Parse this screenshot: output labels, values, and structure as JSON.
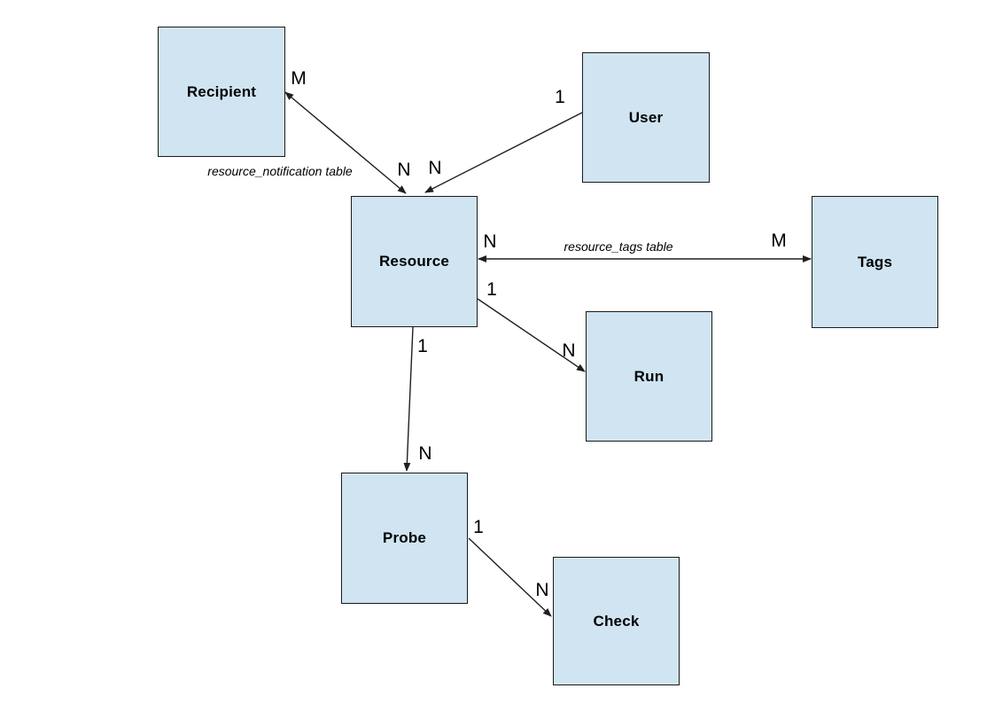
{
  "diagram": {
    "type": "entity-relationship",
    "colors": {
      "entity_fill": "#d0e4f2",
      "entity_border": "#1a1a1a",
      "line": "#1f1f1f",
      "text": "#000000"
    },
    "entities": [
      {
        "id": "recipient",
        "label": "Recipient"
      },
      {
        "id": "user",
        "label": "User"
      },
      {
        "id": "resource",
        "label": "Resource"
      },
      {
        "id": "tags",
        "label": "Tags"
      },
      {
        "id": "run",
        "label": "Run"
      },
      {
        "id": "probe",
        "label": "Probe"
      },
      {
        "id": "check",
        "label": "Check"
      }
    ],
    "connections": [
      {
        "from": "Recipient",
        "to": "Resource",
        "from_card": "M",
        "to_card": "N",
        "caption": "resource_notification table",
        "arrows": "both"
      },
      {
        "from": "User",
        "to": "Resource",
        "from_card": "1",
        "to_card": "N",
        "caption": "",
        "arrows": "to"
      },
      {
        "from": "Resource",
        "to": "Tags",
        "from_card": "N",
        "to_card": "M",
        "caption": "resource_tags table",
        "arrows": "both"
      },
      {
        "from": "Resource",
        "to": "Run",
        "from_card": "1",
        "to_card": "N",
        "caption": "",
        "arrows": "to"
      },
      {
        "from": "Resource",
        "to": "Probe",
        "from_card": "1",
        "to_card": "N",
        "caption": "",
        "arrows": "to"
      },
      {
        "from": "Probe",
        "to": "Check",
        "from_card": "1",
        "to_card": "N",
        "caption": "",
        "arrows": "to"
      }
    ]
  }
}
